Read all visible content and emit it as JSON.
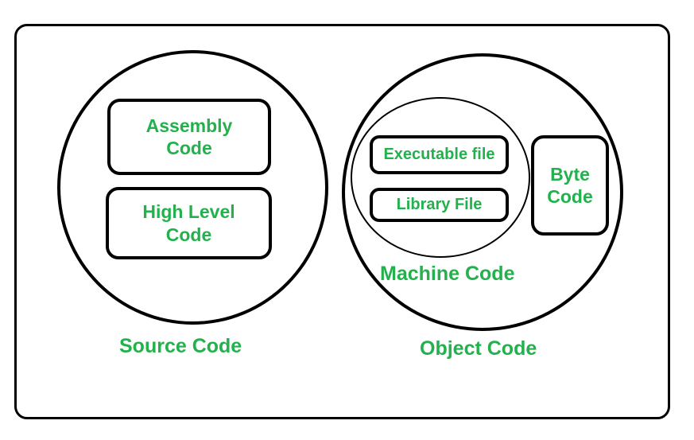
{
  "diagram": {
    "title": "Code Types Venn Diagram",
    "accent_color": "#22b14c",
    "stroke_color": "#000000",
    "background_color": "#ffffff",
    "outer_frame": {
      "name": "outer-frame",
      "shape": "rounded-rectangle"
    },
    "groups": [
      {
        "id": "source-code",
        "shape": "circle",
        "label": "Source Code",
        "label_position": "below",
        "members": [
          {
            "id": "assembly-code",
            "shape": "rounded-rectangle",
            "lines": [
              "Assembly",
              "Code"
            ]
          },
          {
            "id": "high-level-code",
            "shape": "rounded-rectangle",
            "lines": [
              "High Level",
              "Code"
            ]
          }
        ]
      },
      {
        "id": "object-code",
        "shape": "circle",
        "label": "Object Code",
        "label_position": "below",
        "members": [
          {
            "id": "machine-code",
            "shape": "ellipse",
            "label": "Machine Code",
            "label_position": "below-inside",
            "members": [
              {
                "id": "executable-file",
                "shape": "rounded-rectangle",
                "lines": [
                  "Executable file"
                ]
              },
              {
                "id": "library-file",
                "shape": "rounded-rectangle",
                "lines": [
                  "Library File"
                ]
              }
            ]
          },
          {
            "id": "byte-code",
            "shape": "rounded-rectangle",
            "lines": [
              "Byte",
              "Code"
            ]
          }
        ]
      }
    ]
  },
  "labels": {
    "assembly_line1": "Assembly",
    "assembly_line2": "Code",
    "high_level_line1": "High Level",
    "high_level_line2": "Code",
    "executable_file": "Executable file",
    "library_file": "Library File",
    "byte_line1": "Byte",
    "byte_line2": "Code",
    "machine_code": "Machine Code",
    "source_code": "Source Code",
    "object_code": "Object Code"
  }
}
